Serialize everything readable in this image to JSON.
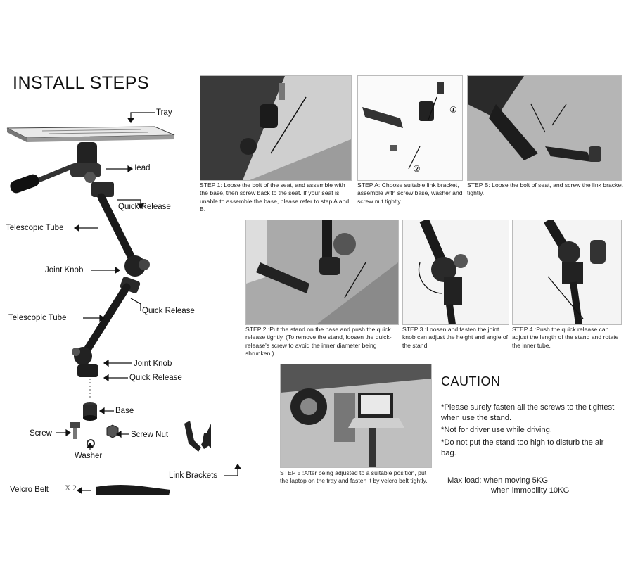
{
  "title": "INSTALL STEPS",
  "parts": {
    "tray": "Tray",
    "head": "Head",
    "quick_release_1": "Quick Release",
    "telescopic_tube_1": "Telescopic Tube",
    "joint_knob_1": "Joint Knob",
    "quick_release_2": "Quick Release",
    "telescopic_tube_2": "Telescopic Tube",
    "joint_knob_2": "Joint Knob",
    "quick_release_3": "Quick Release",
    "base": "Base",
    "screw": "Screw",
    "screw_nut": "Screw Nut",
    "washer": "Washer",
    "link_brackets": "Link Brackets",
    "velcro_belt": "Velcro Belt",
    "velcro_qty": "X 2"
  },
  "steps": {
    "step1": "STEP 1: Loose the bolt of the seat, and assemble with the base, then screw back to the seat. If your seat is unable to assemble the base, please refer to step A and B.",
    "stepA": "STEP A: Choose suitable link bracket, assemble with screw base, washer and screw nut tightly.",
    "stepB": "STEP B: Loose the bolt of seat, and screw the link bracket tightly.",
    "step2": "STEP 2 :Put the stand on the base and push the quick release tightly. (To remove the stand, loosen the quick-release's screw to avoid the inner diameter being shrunken.)",
    "step3": "STEP 3 :Loosen and fasten the joint knob can adjust the height and angle of the stand.",
    "step4": "STEP 4 :Push the quick release can adjust the length of the stand and rotate the inner tube.",
    "step5": "STEP 5 :After being adjusted to a suitable position, put the laptop on the tray and fasten it by velcro belt tightly."
  },
  "caution": {
    "title": "CAUTION",
    "items": [
      "*Please surely fasten all the screws to the tightest when use the stand.",
      "*Not  for driver use while driving.",
      "*Do not put the stand too high to disturb the air bag."
    ],
    "max_load_line1": "Max load: when moving  5KG",
    "max_load_line2": "when immobility 10KG"
  },
  "photo_marks": {
    "one": "①",
    "two": "②"
  }
}
